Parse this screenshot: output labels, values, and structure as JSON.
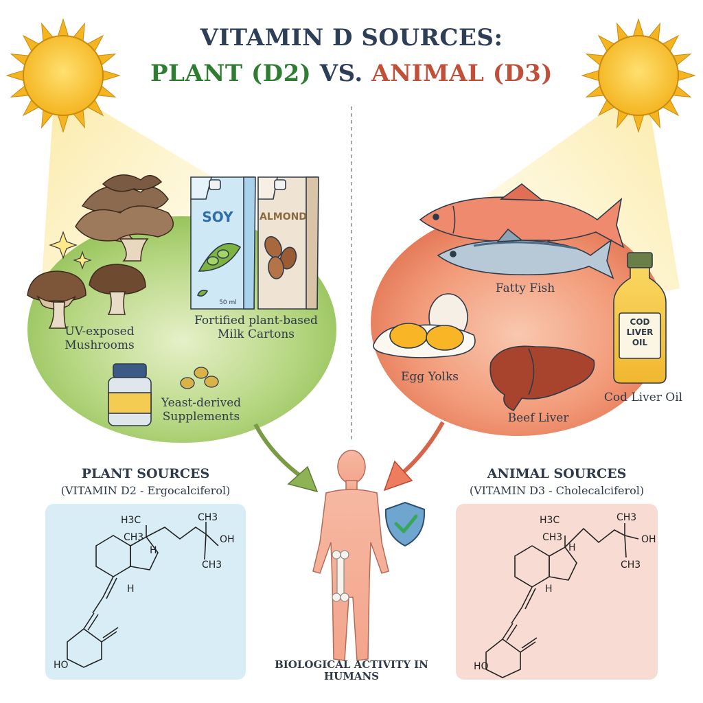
{
  "title": {
    "line1": "VITAMIN D SOURCES:",
    "plant": "PLANT (D2)",
    "vs": "VS.",
    "animal": "ANIMAL (D3)"
  },
  "plant_items": {
    "mushrooms": "UV-exposed Mushrooms",
    "milk": "Fortified plant-based Milk Cartons",
    "supplements": "Yeast-derived Supplements",
    "soy_carton": "SOY",
    "almond_carton": "ALMOND",
    "carton_volume": "50 ml"
  },
  "animal_items": {
    "fish": "Fatty Fish",
    "eggs": "Egg Yolks",
    "liver": "Beef Liver",
    "cod_oil": "Cod Liver Oil",
    "bottle_label": "COD LIVER OIL"
  },
  "plant_panel": {
    "heading": "PLANT SOURCES",
    "subheading": "(VITAMIN D2 - Ergocalciferol)"
  },
  "animal_panel": {
    "heading": "ANIMAL SOURCES",
    "subheading": "(VITAMIN D3 - Cholecalciferol)"
  },
  "center": {
    "caption": "BIOLOGICAL ACTIVITY IN HUMANS"
  },
  "chem": {
    "h3c": "H3C",
    "ch3": "CH3",
    "oh": "OH",
    "h": "H",
    "ho": "HO"
  },
  "colors": {
    "plant_green": "#2e7d32",
    "animal_red": "#c0503a",
    "title_navy": "#2e3e56",
    "plant_panel_bg": "#d6ecf5",
    "animal_panel_bg": "#f8d9d0",
    "plant_field": "#9cc860",
    "animal_field": "#ee8a66",
    "sun": "#f7c52a"
  }
}
